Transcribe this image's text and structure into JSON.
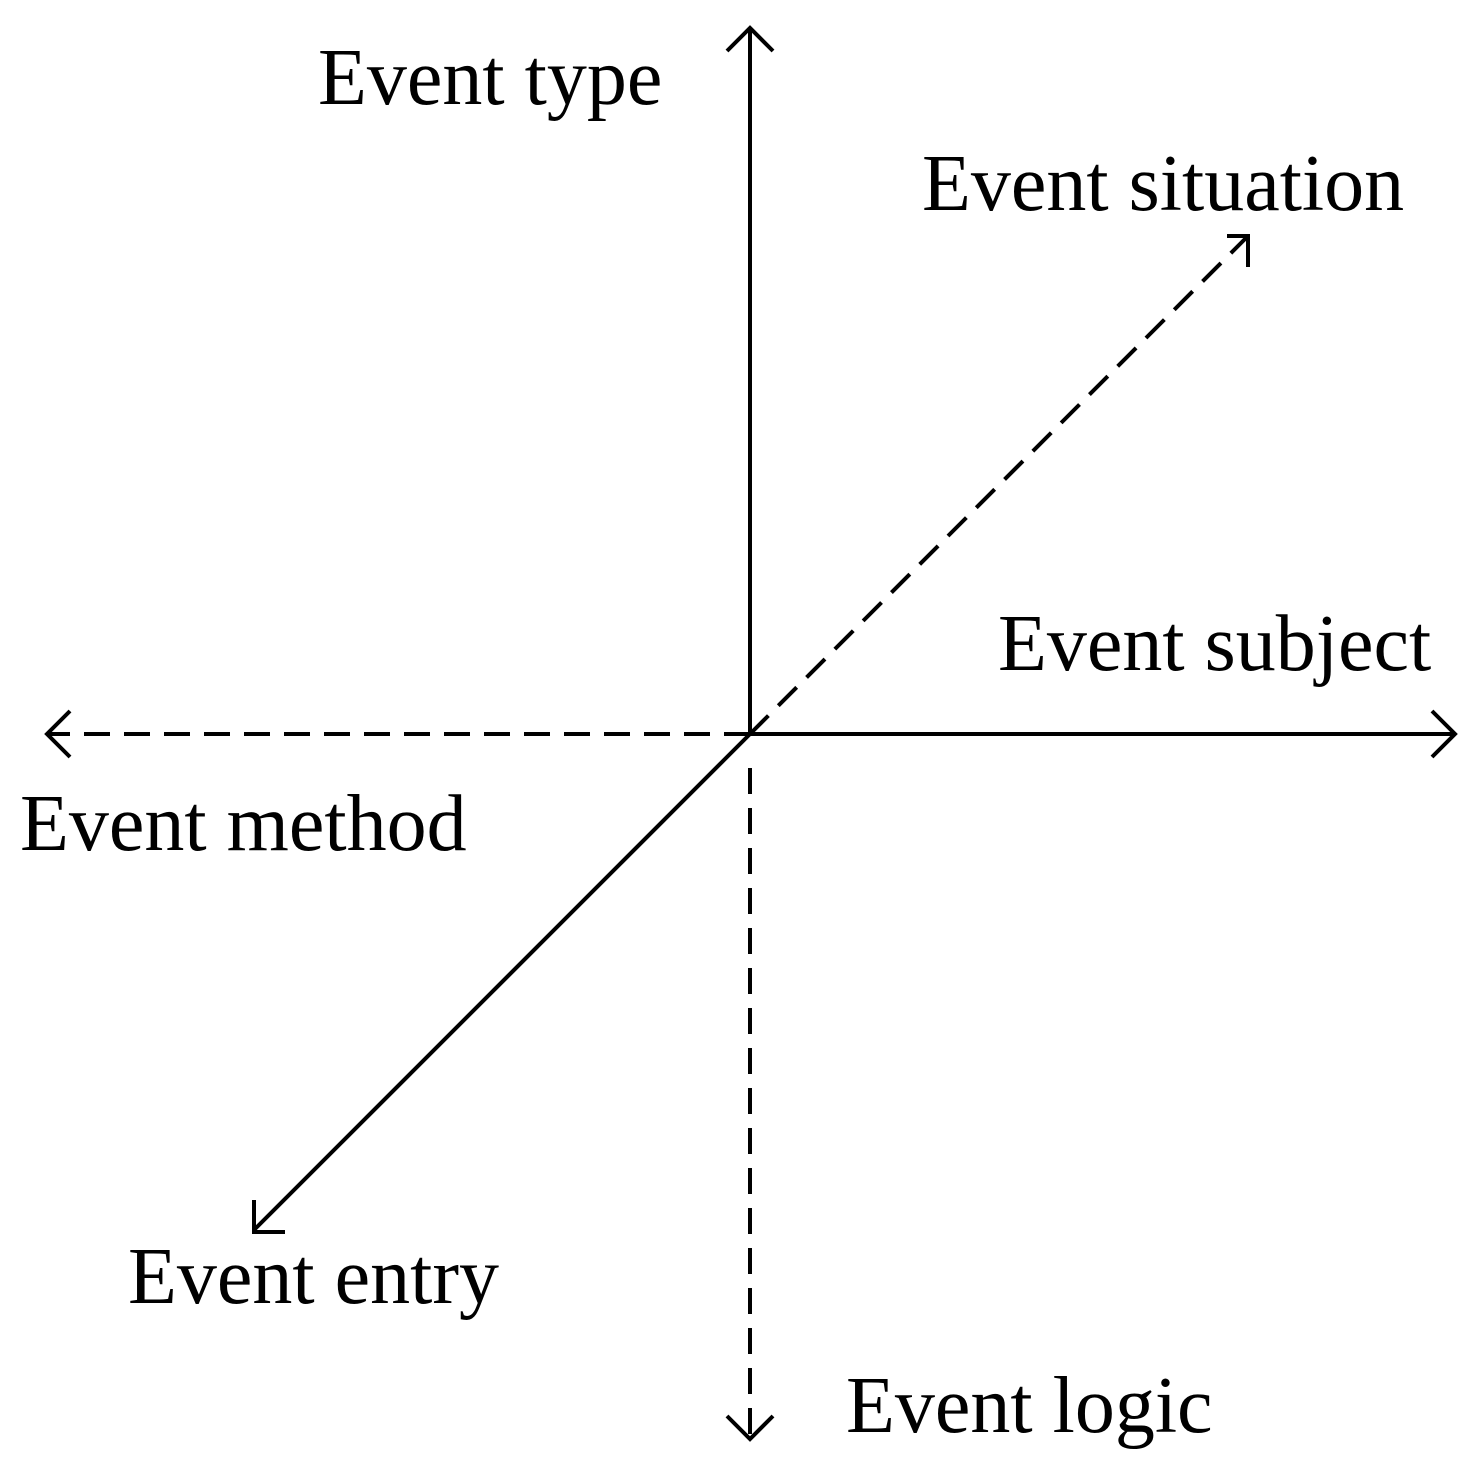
{
  "diagram": {
    "axes": [
      {
        "key": "type",
        "label": "Event type",
        "style": "solid"
      },
      {
        "key": "situation",
        "label": "Event situation",
        "style": "dashed"
      },
      {
        "key": "subject",
        "label": "Event subject",
        "style": "solid"
      },
      {
        "key": "method",
        "label": "Event method",
        "style": "dashed"
      },
      {
        "key": "entry",
        "label": "Event entry",
        "style": "solid"
      },
      {
        "key": "logic",
        "label": "Event logic",
        "style": "dashed"
      }
    ],
    "line_color": "#000000"
  }
}
